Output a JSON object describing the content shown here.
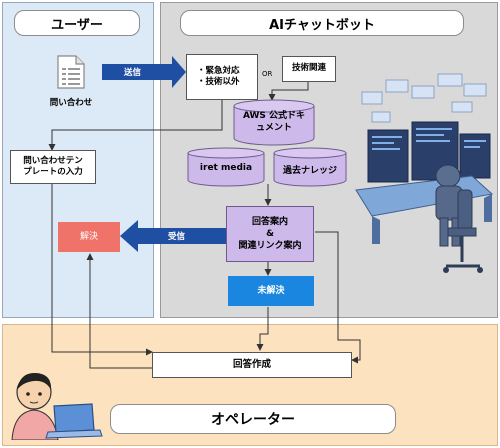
{
  "lanes": {
    "user_title": "ユーザー",
    "bot_title": "AIチャットボット",
    "operator_title": "オペレーター"
  },
  "inquiry_label": "問い合わせ",
  "send_label": "送信",
  "receive_label": "受信",
  "or_label": "OR",
  "urgent_box": {
    "line1": "・緊急対応",
    "line2": "・技術以外"
  },
  "tech_box": "技術関連",
  "aws_docs": {
    "line1": "AWS 公式ドキ",
    "line2": "ュメント"
  },
  "iret_media": "iret media",
  "past_knowledge": "過去ナレッジ",
  "answer_box": {
    "line1": "回答案内",
    "line2": "&",
    "line3": "関連リンク案内"
  },
  "unresolved": "未解決",
  "resolved": "解決",
  "template_box": {
    "line1": "問い合わせテン",
    "line2": "プレートの入力"
  },
  "answer_create": "回答作成",
  "colors": {
    "user_lane": "#dce9f7",
    "bot_lane": "#d9d9d9",
    "operator_lane": "#fde2bf",
    "arrow_blue": "#1f4fa3",
    "resolved_red": "#f0736a",
    "unresolved_blue": "#1a86e0",
    "answer_purple": "#cdb9ea"
  }
}
